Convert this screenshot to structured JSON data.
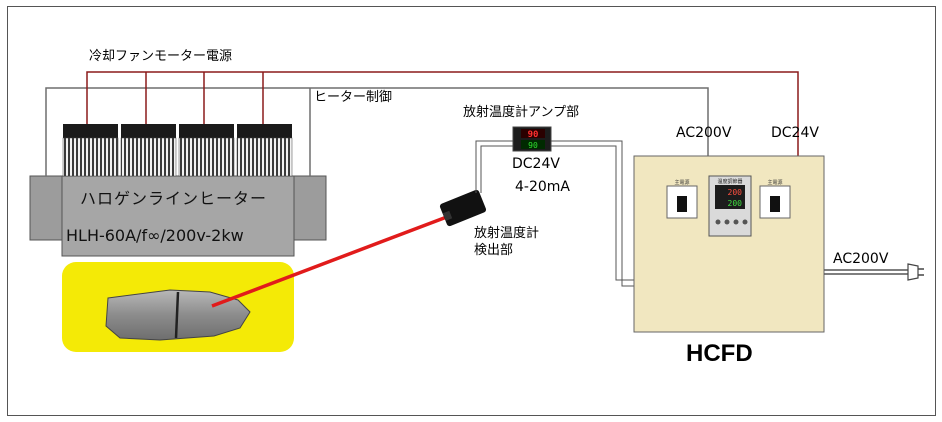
{
  "labels": {
    "fan_power": "冷却ファンモーター電源",
    "heater_control": "ヒーター制御",
    "amp_unit": "放射温度計アンプ部",
    "ac200v_top": "AC200V",
    "dc24v_top": "DC24V",
    "dc24v_amp": "DC24V",
    "current_4_20": "4-20mA",
    "sensor_head": "放射温度計\n検出部",
    "heater_name": "ハロゲンラインヒーター",
    "heater_model": "HLH-60A/f∞/200v-2kw",
    "ac200v_right": "AC200V",
    "hcfd": "HCFD"
  },
  "amp_display": {
    "pv": "90",
    "sv": "90"
  },
  "panel": {
    "switch_label": "主電源",
    "controller_title": "温度調節器",
    "controller_pv": "200",
    "controller_sv": "200"
  },
  "colors": {
    "fan_wire": "#8b1a1a",
    "control_wire": "#555555",
    "laser": "#e11b1b",
    "panel_fill": "#f1e7c0",
    "highlight": "#f4ea06",
    "amp_pv": "#e02020",
    "amp_sv": "#18a018"
  },
  "icons": [
    "cooling-fan-icon",
    "power-plug-icon",
    "power-switch-icon",
    "brake-pad-icon",
    "sensor-head-icon"
  ]
}
